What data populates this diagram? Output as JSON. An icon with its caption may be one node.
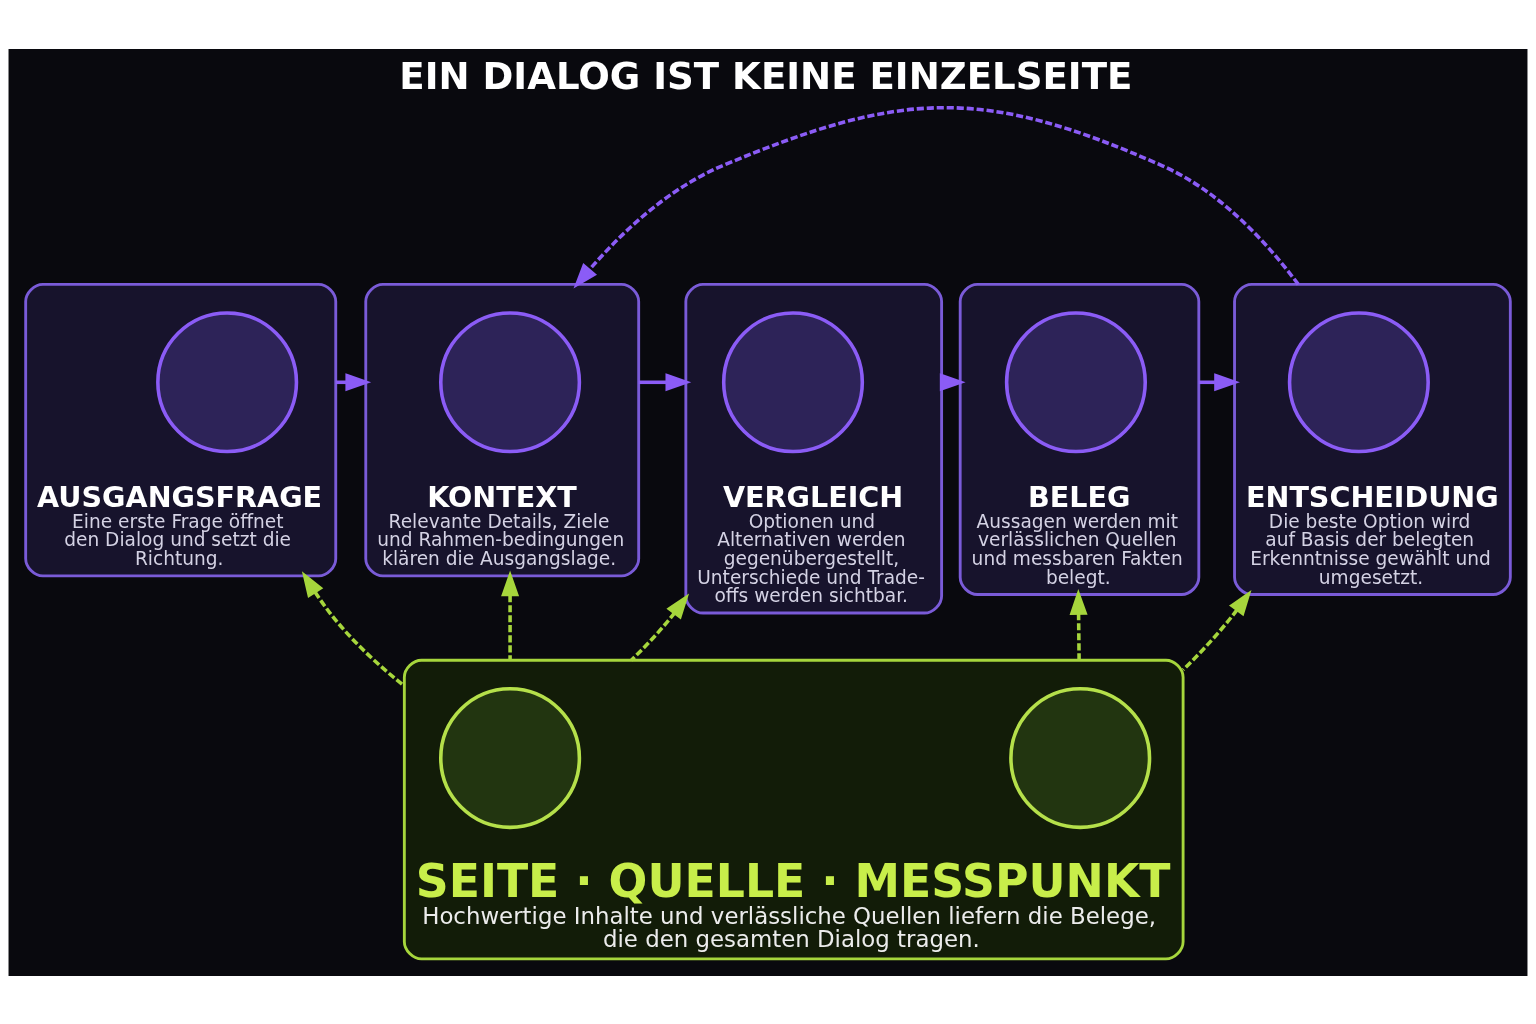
{
  "diagram": {
    "title": "EIN DIALOG IST KEINE EINZELSEITE",
    "nodes": [
      {
        "text": [
          "AUSGANGSFRAGE",
          "Eine erste Frage öffnet den Dialog und setzt die Richtung."
        ]
      },
      {
        "text": [],
        "shape": "circle",
        "in": 0
      },
      {
        "text": [
          "KONTEXT",
          "Relevante Details, Ziele und Rahmen-bedingungen klären die Ausgangslage."
        ]
      },
      {
        "text": [],
        "shape": "circle",
        "in": 2
      },
      {
        "text": [
          "VERGLEICH",
          "Optionen und Alternativen werden gegenübergestellt, Unterschiede und Trade-offs werden sichtbar."
        ]
      },
      {
        "text": [],
        "shape": "circle",
        "in": 4
      },
      {
        "text": [
          "BELEG",
          "Aussagen werden mit verlässlichen Quellen und messbaren Fakten belegt."
        ]
      },
      {
        "text": [],
        "shape": "circle",
        "in": 6
      },
      {
        "text": [
          "ENTSCHEIDUNG",
          "Die beste Option wird auf Basis der belegten Erkenntnisse gewählt und umgesetzt."
        ]
      },
      {
        "text": [],
        "shape": "circle",
        "in": 8
      },
      {
        "text": [
          "SEITE · QUELLE · MESSPUNKT",
          "Hochwertige Inhalte und verlässliche Quellen liefern die Belege, die den gesamten Dialog tragen."
        ]
      },
      {
        "text": [],
        "shape": "circle",
        "in": 10
      },
      {
        "text": [],
        "shape": "circle",
        "in": 10
      }
    ],
    "edges": [
      {
        "from": 0,
        "to": 2,
        "arrow": "to",
        "color": "#8b5cf6"
      },
      {
        "from": 2,
        "to": 4,
        "arrow": "to",
        "color": "#8b5cf6"
      },
      {
        "from": 4,
        "to": 6,
        "arrow": "to",
        "color": "#8b5cf6"
      },
      {
        "from": 6,
        "to": 8,
        "arrow": "to",
        "color": "#8b5cf6"
      },
      {
        "from": 8,
        "to": 2,
        "arrow": "to",
        "style": "dashed",
        "color": "#8b5cf6"
      },
      {
        "from": 10,
        "to": 0,
        "arrow": "to",
        "style": "dashed",
        "color": "#a6d63c"
      },
      {
        "from": 10,
        "to": 2,
        "arrow": "to",
        "style": "dashed",
        "color": "#a6d63c"
      },
      {
        "from": 10,
        "to": 4,
        "arrow": "to",
        "style": "dashed",
        "color": "#a6d63c"
      },
      {
        "from": 10,
        "to": 6,
        "arrow": "to",
        "style": "dashed",
        "color": "#a6d63c"
      },
      {
        "from": 10,
        "to": 8,
        "arrow": "to",
        "style": "dashed",
        "color": "#a6d63c"
      }
    ]
  }
}
